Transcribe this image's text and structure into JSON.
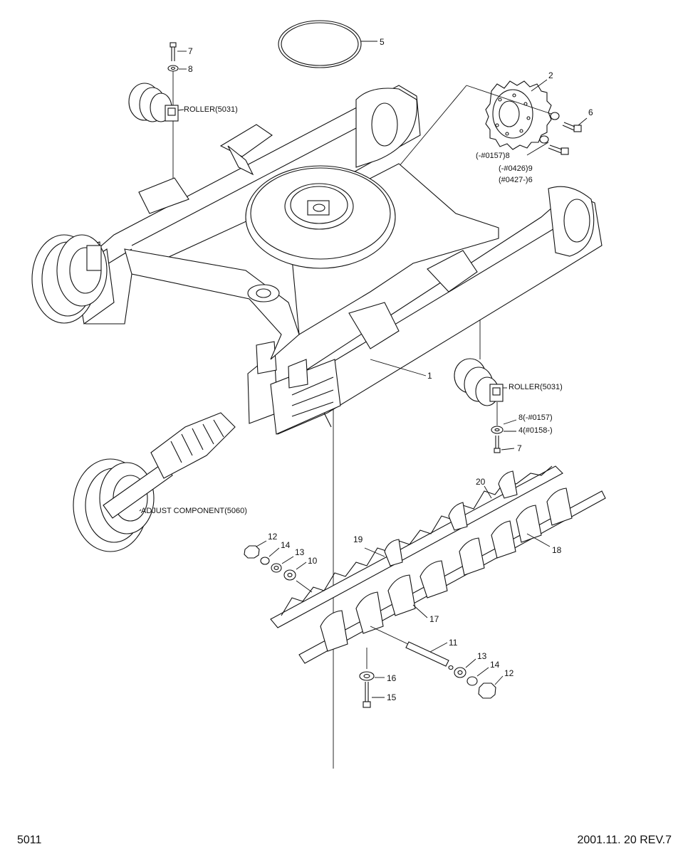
{
  "footer": {
    "page_number": "5011",
    "revision": "2001.11. 20 REV.7"
  },
  "callouts": {
    "c1": "1",
    "c2": "2",
    "c5": "5",
    "c6": "6",
    "c7_top": "7",
    "c8_top": "8",
    "c8_sprocket": "(-#0157)8",
    "c9_sprocket": "(-#0426)9",
    "c6_sprocket": "(#0427-)6",
    "c8_right": "8(-#0157)",
    "c4_right": "4(#0158-)",
    "c7_right": "7",
    "c10": "10",
    "c11": "11",
    "c12_left": "12",
    "c12_right": "12",
    "c13_left": "13",
    "c13_right": "13",
    "c14_left": "14",
    "c14_right": "14",
    "c15": "15",
    "c16": "16",
    "c17": "17",
    "c18": "18",
    "c19": "19",
    "c20": "20"
  },
  "references": {
    "roller_top": "ROLLER(5031)",
    "roller_right": "ROLLER(5031)",
    "adjust": "ADJUST COMPONENT(5060)"
  }
}
